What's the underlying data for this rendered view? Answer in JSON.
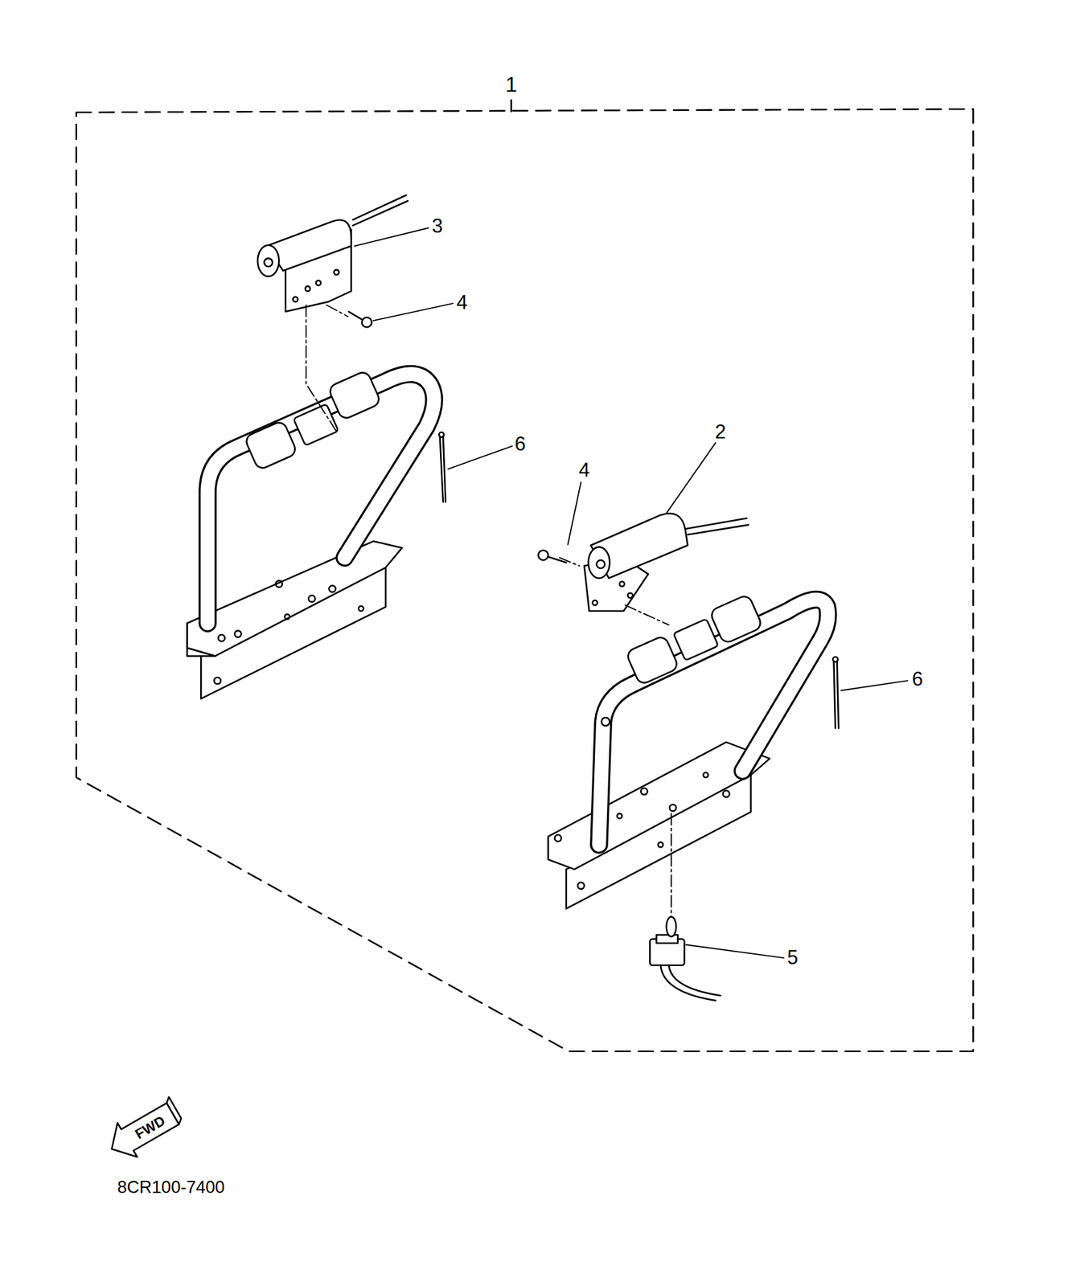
{
  "diagram": {
    "labels": [
      "1",
      "3",
      "4",
      "6",
      "2",
      "4",
      "6",
      "5",
      "FWD",
      "8CR100-7400"
    ]
  }
}
